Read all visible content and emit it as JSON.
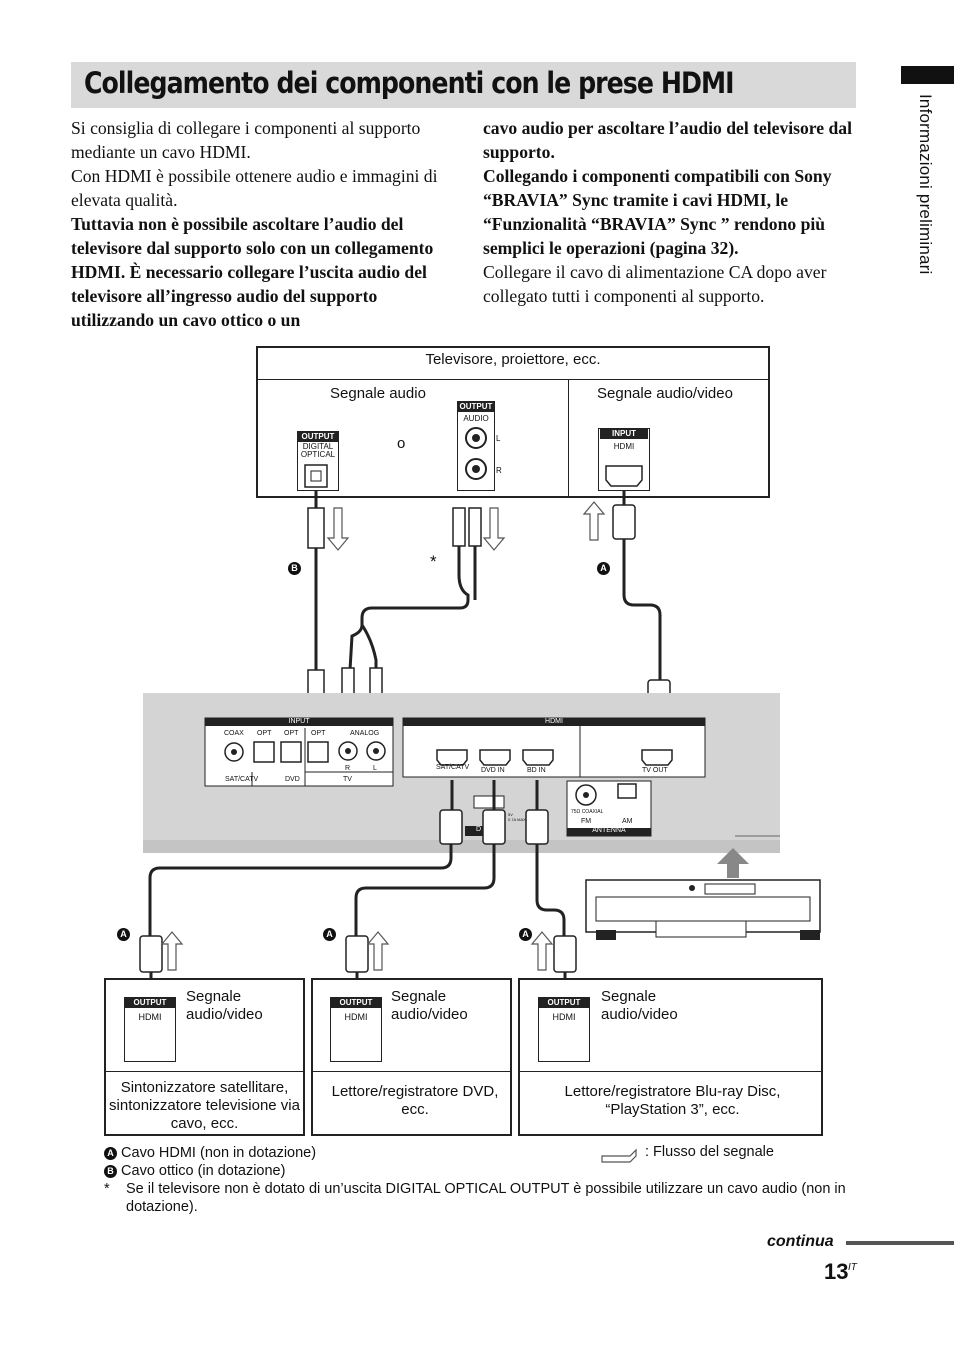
{
  "header": {
    "title": "Collegamento dei componenti con le prese HDMI",
    "side_label": "Informazioni preliminari"
  },
  "intro": {
    "left_p1": "Si consiglia di collegare i componenti al supporto mediante un cavo HDMI.",
    "left_p2": "Con HDMI è possibile ottenere audio e immagini di elevata qualità.",
    "left_bold": "Tuttavia non è possibile ascoltare l’audio del televisore dal supporto solo con un collegamento HDMI. È necessario collegare l’uscita audio del televisore all’ingresso audio del supporto utilizzando un cavo ottico o un",
    "right_bold1": "cavo audio per ascoltare l’audio del televisore dal supporto.",
    "right_bold2": "Collegando i componenti compatibili con Sony “BRAVIA” Sync tramite i cavi HDMI, le “Funzionalità “BRAVIA” Sync ” rendono più semplici le operazioni (pagina 32).",
    "right_p": "Collegare il cavo di alimentazione CA dopo aver collegato tutti i componenti al supporto."
  },
  "tv_box": {
    "title": "Televisore, proiettore, ecc.",
    "audio_label": "Segnale audio",
    "av_label": "Segnale audio/video",
    "or": "o",
    "output_tag": "OUTPUT",
    "digital_optical": "DIGITAL\nOPTICAL",
    "audio": "AUDIO",
    "L": "L",
    "R": "R",
    "input_tag": "INPUT",
    "hdmi": "HDMI"
  },
  "markers": {
    "A": "A",
    "B": "B",
    "star": "*"
  },
  "rear_panel": {
    "input": "INPUT",
    "coax": "COAX",
    "opt": "OPT",
    "opt2": "OPT",
    "opt3": "OPT",
    "analog": "ANALOG",
    "sat_catv": "SAT/CATV",
    "dvd": "DVD",
    "tv": "TV",
    "r": "R",
    "l": "L",
    "hdmi": "HDMI",
    "sat_catv_in": "SAT/CATV",
    "dvd_in": "DVD IN",
    "bd_in": "BD IN",
    "tv_out": "TV OUT",
    "coaxial": "75Ω COAXIAL",
    "fm": "FM",
    "am": "AM",
    "antenna": "ANTENNA",
    "dmport": "D",
    "dc": "5V\n0.7A MAX"
  },
  "sources": [
    {
      "label": "Segnale\naudio/video",
      "device": "Sintonizzatore satellitare, sintonizzatore televisione via cavo, ecc.",
      "output_tag": "OUTPUT",
      "hdmi": "HDMI",
      "marker": "A"
    },
    {
      "label": "Segnale\naudio/video",
      "device": "Lettore/registratore DVD, ecc.",
      "output_tag": "OUTPUT",
      "hdmi": "HDMI",
      "marker": "A"
    },
    {
      "label": "Segnale\naudio/video",
      "device": "Lettore/registratore Blu-ray Disc, “PlayStation 3”, ecc.",
      "output_tag": "OUTPUT",
      "hdmi": "HDMI",
      "marker": "A"
    }
  ],
  "legend": {
    "a": "Cavo HDMI (non in dotazione)",
    "b": "Cavo ottico (in dotazione)",
    "star_note": "Se il televisore non è dotato di un’uscita DIGITAL OPTICAL OUTPUT è possibile utilizzare un cavo audio (non in dotazione).",
    "flow": ": Flusso del segnale"
  },
  "footer": {
    "continua": "continua",
    "page": "13",
    "page_suffix": "IT"
  }
}
